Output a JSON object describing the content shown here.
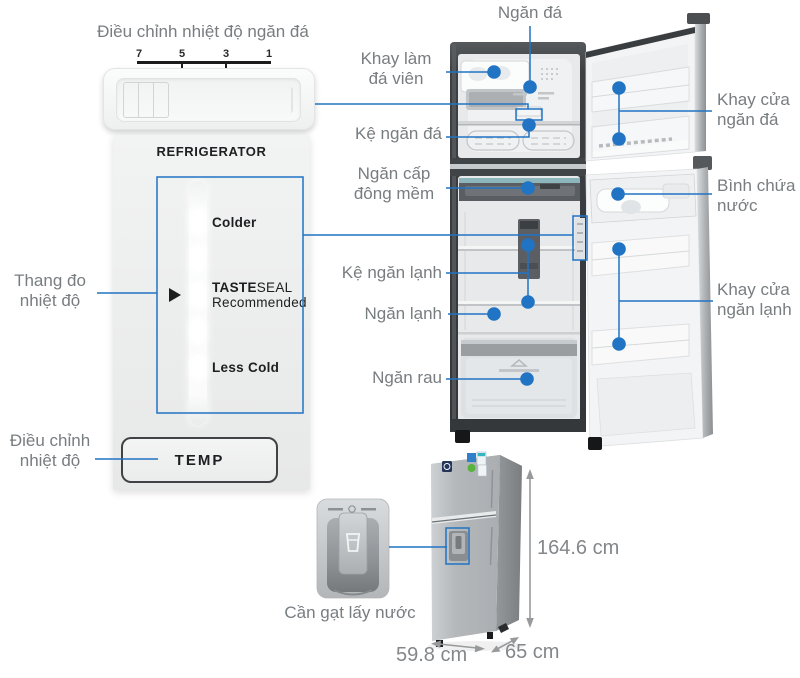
{
  "colors": {
    "accent_blue": "#2173c4",
    "label_gray": "#787d80",
    "dimension_gray": "#83878a",
    "panel_text": "#1c1e1f",
    "fridge_silver": "#b8bcbf"
  },
  "freezer_temp_control": {
    "title": "Điều chỉnh nhiệt độ ngăn đá",
    "scale": [
      "7",
      "5",
      "3",
      "1"
    ]
  },
  "fridge_control_panel": {
    "header": "REFRIGERATOR",
    "colder": "Colder",
    "tasteseal_bold": "TASTE",
    "tasteseal_light": "SEAL",
    "recommended": "Recommended",
    "less_cold": "Less Cold",
    "temp_button": "TEMP"
  },
  "callouts": {
    "thang_do": "Thang đo\nnhiệt độ",
    "dieu_chinh": "Điều chỉnh\nnhiệt độ",
    "ngan_da": "Ngăn đá",
    "khay_lam_da_vien": "Khay làm\nđá viên",
    "ke_ngan_da": "Kệ ngăn đá",
    "khay_cua_ngan_da": "Khay cửa\nngăn đá",
    "ngan_cap_dong_mem": "Ngăn cấp\nđông mềm",
    "binh_chua_nuoc": "Bình chứa\nnước",
    "ke_ngan_lanh": "Kệ ngăn lạnh",
    "khay_cua_ngan_lanh": "Khay cửa\nngăn lạnh",
    "ngan_lanh": "Ngăn lạnh",
    "ngan_rau": "Ngăn rau",
    "can_gat_lay_nuoc": "Cần gạt lấy nước"
  },
  "dimensions": {
    "height": "164.6 cm",
    "width": "59.8 cm",
    "depth": "65 cm"
  }
}
